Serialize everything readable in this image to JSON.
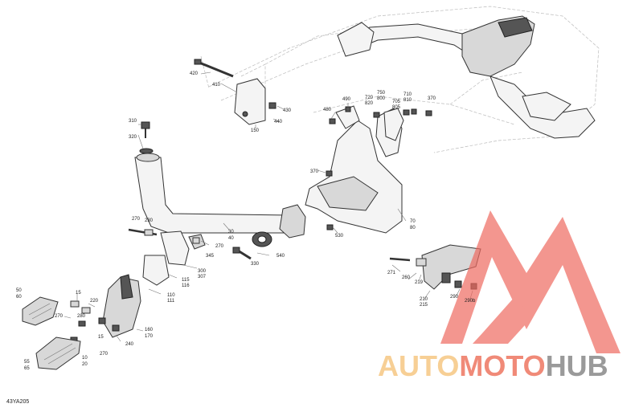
{
  "diagram": {
    "code": "43YA205",
    "part_labels": [
      {
        "name": "callout-420",
        "text": "420"
      },
      {
        "name": "callout-410",
        "text": "410"
      },
      {
        "name": "callout-430",
        "text": "430"
      },
      {
        "name": "callout-440",
        "text": "440"
      },
      {
        "name": "callout-150",
        "text": "150"
      },
      {
        "name": "callout-310",
        "text": "310"
      },
      {
        "name": "callout-320",
        "text": "320"
      },
      {
        "name": "callout-490",
        "text": "490"
      },
      {
        "name": "callout-480",
        "text": "480"
      },
      {
        "name": "callout-750",
        "text": "750"
      },
      {
        "name": "callout-800",
        "text": "800"
      },
      {
        "name": "callout-720",
        "text": "720"
      },
      {
        "name": "callout-820",
        "text": "820"
      },
      {
        "name": "callout-705",
        "text": "705"
      },
      {
        "name": "callout-805",
        "text": "805"
      },
      {
        "name": "callout-710",
        "text": "710"
      },
      {
        "name": "callout-810",
        "text": "810"
      },
      {
        "name": "callout-370a",
        "text": "370"
      },
      {
        "name": "callout-370b",
        "text": "370"
      },
      {
        "name": "callout-70",
        "text": "70"
      },
      {
        "name": "callout-80",
        "text": "80"
      },
      {
        "name": "callout-530",
        "text": "530"
      },
      {
        "name": "callout-30",
        "text": "30"
      },
      {
        "name": "callout-40",
        "text": "40"
      },
      {
        "name": "callout-270a",
        "text": "270"
      },
      {
        "name": "callout-230",
        "text": "230"
      },
      {
        "name": "callout-270b",
        "text": "270"
      },
      {
        "name": "callout-345",
        "text": "345"
      },
      {
        "name": "callout-330",
        "text": "330"
      },
      {
        "name": "callout-540",
        "text": "540"
      },
      {
        "name": "callout-300",
        "text": "300"
      },
      {
        "name": "callout-307",
        "text": "307"
      },
      {
        "name": "callout-115",
        "text": "115"
      },
      {
        "name": "callout-116",
        "text": "116"
      },
      {
        "name": "callout-110",
        "text": "110"
      },
      {
        "name": "callout-111",
        "text": "111"
      },
      {
        "name": "callout-50",
        "text": "50"
      },
      {
        "name": "callout-60",
        "text": "60"
      },
      {
        "name": "callout-15a",
        "text": "15"
      },
      {
        "name": "callout-220",
        "text": "220"
      },
      {
        "name": "callout-270c",
        "text": "270"
      },
      {
        "name": "callout-280",
        "text": "280"
      },
      {
        "name": "callout-240",
        "text": "240"
      },
      {
        "name": "callout-15b",
        "text": "15"
      },
      {
        "name": "callout-160",
        "text": "160"
      },
      {
        "name": "callout-170",
        "text": "170"
      },
      {
        "name": "callout-55",
        "text": "55"
      },
      {
        "name": "callout-65",
        "text": "65"
      },
      {
        "name": "callout-10",
        "text": "10"
      },
      {
        "name": "callout-20",
        "text": "20"
      },
      {
        "name": "callout-270d",
        "text": "270"
      },
      {
        "name": "callout-271",
        "text": "271"
      },
      {
        "name": "callout-260",
        "text": "260"
      },
      {
        "name": "callout-210",
        "text": "210"
      },
      {
        "name": "callout-215",
        "text": "215"
      },
      {
        "name": "callout-290",
        "text": "290"
      },
      {
        "name": "callout-290b",
        "text": "290b"
      },
      {
        "name": "callout-219",
        "text": "219"
      }
    ]
  },
  "watermark": {
    "part1": "AUTO",
    "part2": "MOTO",
    "part3": "HUB",
    "color_light": "#f7cf95",
    "color_mid": "#f08a78",
    "color_dark": "#9a9a9a",
    "logo_color": "#ee6a60"
  }
}
